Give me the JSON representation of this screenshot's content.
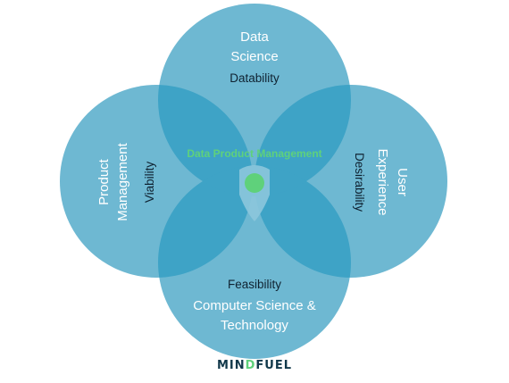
{
  "diagram": {
    "circles": {
      "top": {
        "title_lines": [
          "Data",
          "Science"
        ],
        "attribute": "Datability"
      },
      "left": {
        "title_lines": [
          "Product",
          "Management"
        ],
        "attribute": "Viability"
      },
      "right": {
        "title_lines": [
          "User",
          "Experience"
        ],
        "attribute": "Desirability"
      },
      "bottom": {
        "title_lines": [
          "Computer Science &",
          "Technology"
        ],
        "attribute": "Feasibility"
      }
    },
    "center_label": "Data Product Management",
    "colors": {
      "circle_fill": "#6eb8d2",
      "overlap_fill": "#3ea3c6",
      "center_dot": "#5fd17b",
      "center_label": "#5fd17b",
      "attribute_text": "#0f2231",
      "title_text": "#ffffff"
    }
  },
  "logo": {
    "prefix": "MIN",
    "mark": "D",
    "suffix": "FUEL"
  }
}
